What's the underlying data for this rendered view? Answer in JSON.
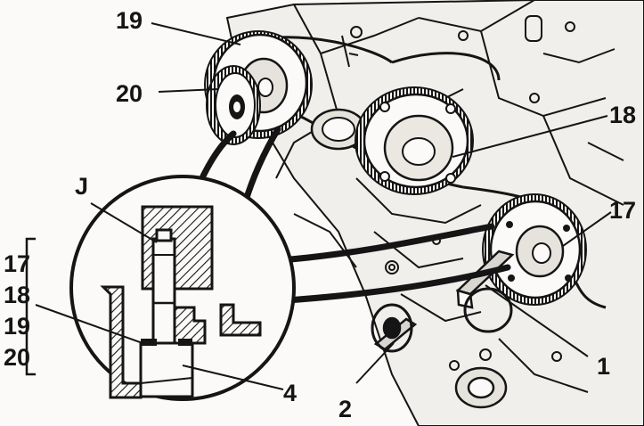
{
  "labels": {
    "l19_top": "19",
    "l20_top": "20",
    "l18": "18",
    "l17_right": "17",
    "lJ": "J",
    "l17_bracket": "17",
    "l18_bracket": "18",
    "l19_bracket": "19",
    "l20_bracket": "20",
    "l4": "4",
    "l2": "2",
    "l1": "1"
  },
  "colors": {
    "ink": "#151515",
    "paper": "#fbfaf8",
    "shade": "#d9d6d0"
  }
}
